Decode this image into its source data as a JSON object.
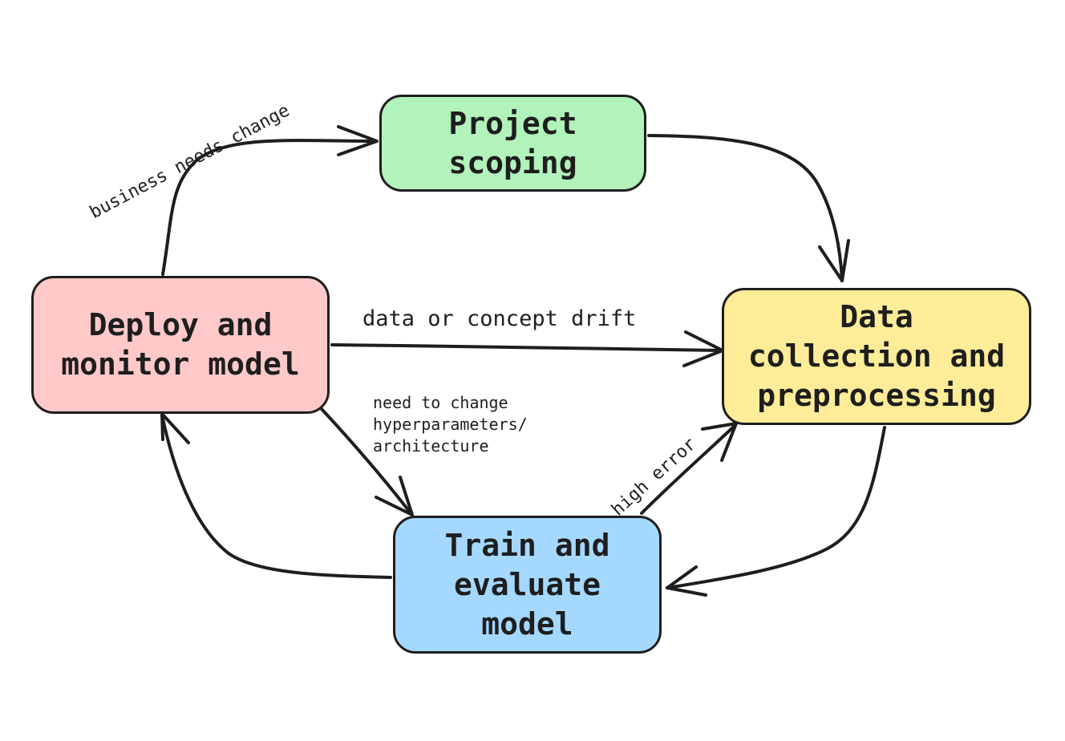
{
  "nodes": {
    "scoping": {
      "lines": [
        "Project",
        "scoping"
      ],
      "color": "#b2f2bb"
    },
    "data": {
      "lines": [
        "Data",
        "collection and",
        "preprocessing"
      ],
      "color": "#ffec99"
    },
    "deploy": {
      "lines": [
        "Deploy and",
        "monitor model"
      ],
      "color": "#ffc9c9"
    },
    "train": {
      "lines": [
        "Train and",
        "evaluate",
        "model"
      ],
      "color": "#a5d8ff"
    }
  },
  "edges": {
    "business": "business needs change",
    "drift": "data or concept drift",
    "hyper": [
      "need to change",
      "hyperparameters/",
      "architecture"
    ],
    "error": "high error"
  }
}
